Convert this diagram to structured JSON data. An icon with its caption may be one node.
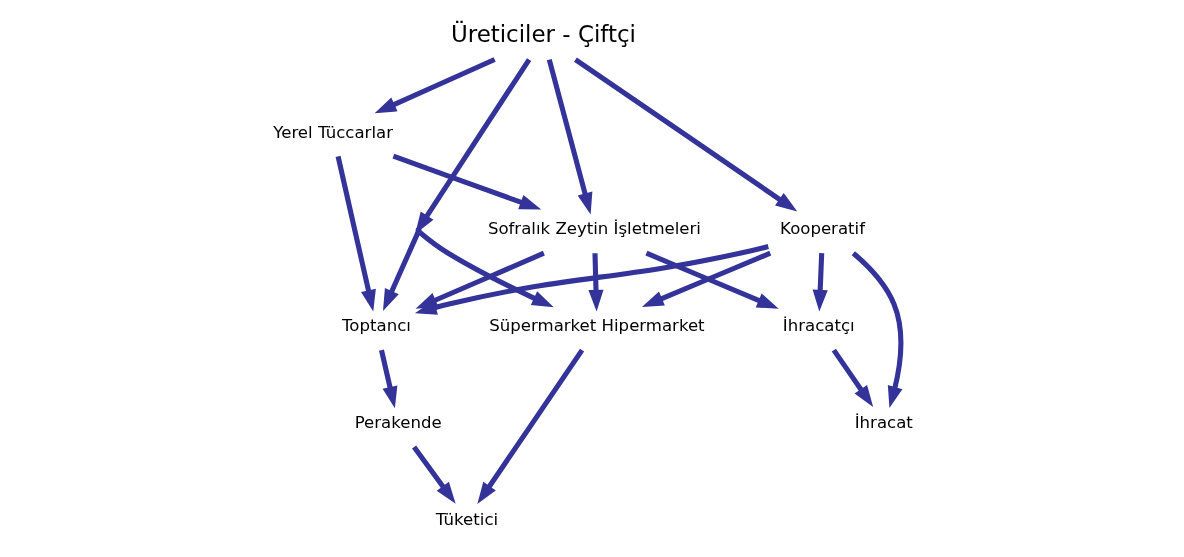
{
  "diagram": {
    "nodes": [
      {
        "text": [
          "Üreticiler - Çiftçi"
        ]
      },
      {
        "text": [],
        "shape": "point"
      },
      {
        "text": [
          "Yerel Tüccarlar"
        ]
      },
      {
        "text": [
          "Sofralık Zeytin İşletmeleri"
        ]
      },
      {
        "text": [
          "Kooperatif"
        ]
      },
      {
        "text": [
          "İhracatçı"
        ]
      },
      {
        "text": [
          "Toptancı"
        ]
      },
      {
        "text": [
          "İhracat"
        ]
      },
      {
        "text": [
          "Perakende"
        ]
      },
      {
        "text": [
          "Süpermarket Hipermarket"
        ]
      },
      {
        "text": [
          "Tüketici"
        ]
      }
    ],
    "edges": [
      {
        "from": 0,
        "to": 1,
        "arrow": "to"
      },
      {
        "from": 0,
        "to": 2,
        "arrow": "to"
      },
      {
        "from": 0,
        "to": 3,
        "arrow": "to"
      },
      {
        "from": 0,
        "to": 4,
        "arrow": "to"
      },
      {
        "from": 1,
        "to": 9,
        "arrow": "to"
      },
      {
        "from": 1,
        "to": 6,
        "arrow": "to"
      },
      {
        "from": 2,
        "to": 3,
        "arrow": "to"
      },
      {
        "from": 2,
        "to": 6,
        "arrow": "to"
      },
      {
        "from": 3,
        "to": 5,
        "arrow": "to"
      },
      {
        "from": 3,
        "to": 6,
        "arrow": "to"
      },
      {
        "from": 3,
        "to": 9,
        "arrow": "to"
      },
      {
        "from": 4,
        "to": 5,
        "arrow": "to"
      },
      {
        "from": 4,
        "to": 6,
        "arrow": "to"
      },
      {
        "from": 4,
        "to": 9,
        "arrow": "to"
      },
      {
        "from": 4,
        "to": 7,
        "arrow": "to"
      },
      {
        "from": 5,
        "to": 7,
        "arrow": "to"
      },
      {
        "from": 6,
        "to": 8,
        "arrow": "to"
      },
      {
        "from": 8,
        "to": 10,
        "arrow": "to"
      },
      {
        "from": 9,
        "to": 10,
        "arrow": "to"
      }
    ]
  }
}
